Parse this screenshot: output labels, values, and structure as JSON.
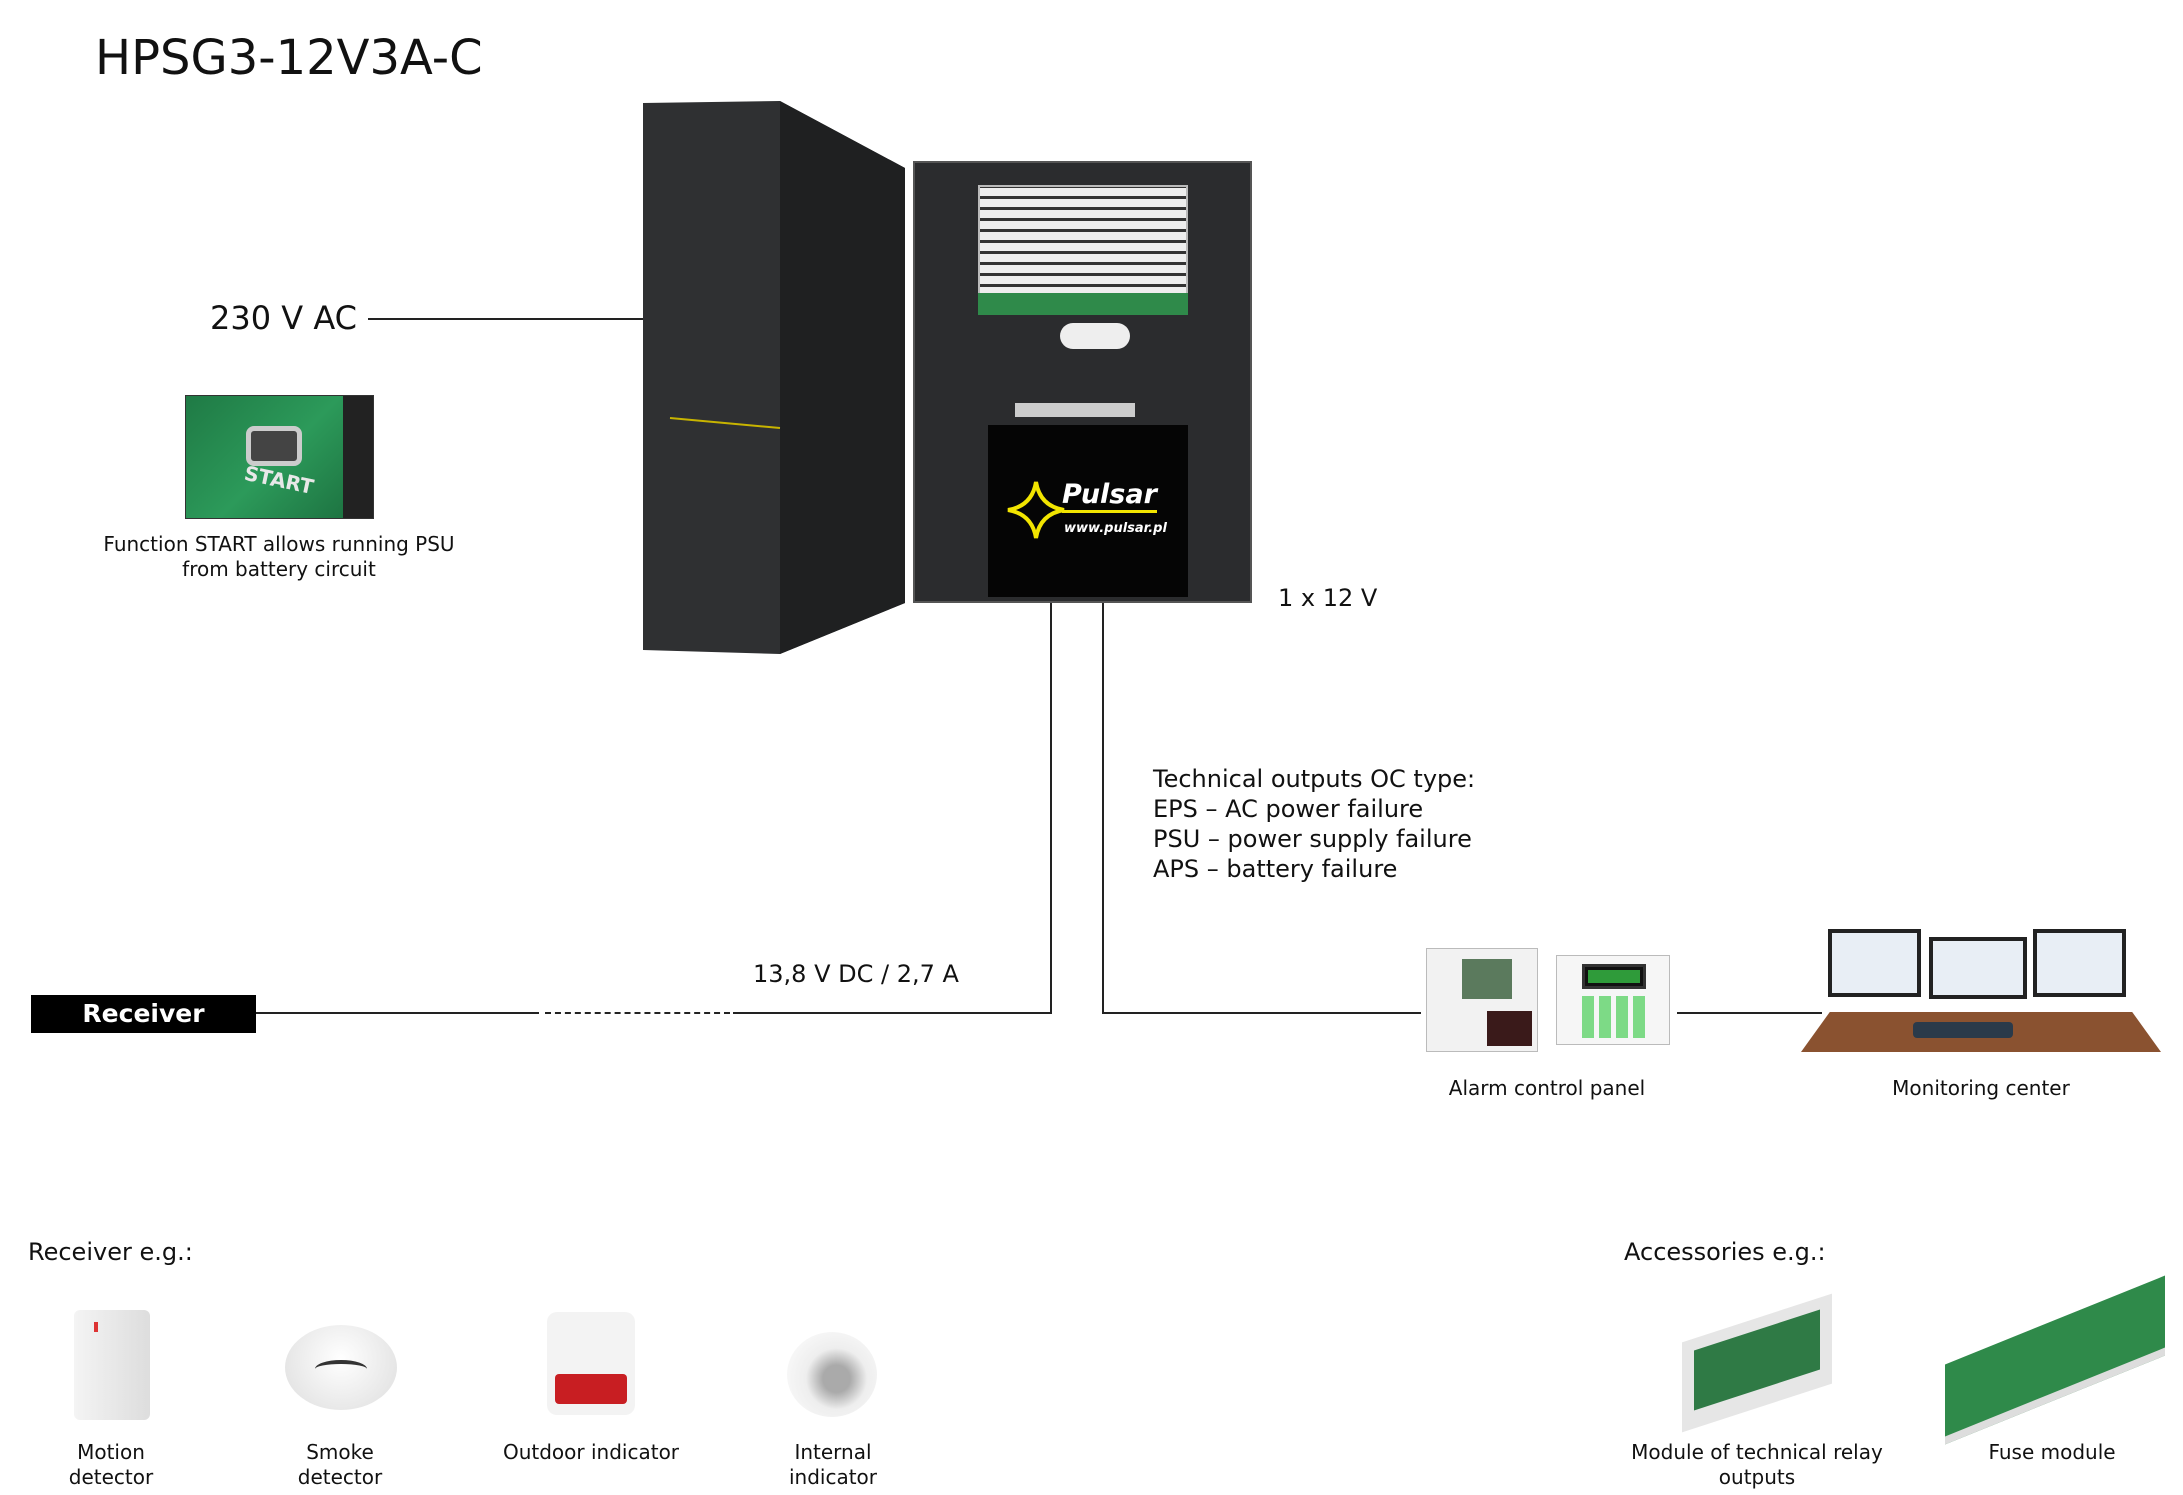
{
  "title": "HPSG3-12V3A-C",
  "input_label": "230 V AC",
  "start_caption": [
    "Function START allows running PSU",
    "from battery circuit"
  ],
  "start_photo_text": "START",
  "battery_label": "1 x 12 V",
  "battery_brand": "Pulsar",
  "battery_url": "www.pulsar.pl",
  "tech_outputs": [
    "Technical outputs OC type:",
    "EPS – AC power failure",
    "PSU – power supply failure",
    "APS – battery failure"
  ],
  "output_label": "13,8 V DC / 2,7 A",
  "receiver_label": "Receiver",
  "alarm_panel_label": "Alarm control panel",
  "monitoring_label": "Monitoring center",
  "receivers_heading": "Receiver e.g.:",
  "receivers": [
    {
      "line1": "Motion",
      "line2": "detector"
    },
    {
      "line1": "Smoke",
      "line2": "detector"
    },
    {
      "line1": "Outdoor indicator",
      "line2": ""
    },
    {
      "line1": "Internal",
      "line2": "indicator"
    }
  ],
  "accessories_heading": "Accessories e.g.:",
  "accessories": [
    {
      "line1": "Module of technical relay",
      "line2": "outputs"
    },
    {
      "line1": "Fuse module",
      "line2": ""
    }
  ],
  "colors": {
    "cabinet": "#2b2c2e",
    "door": "#3a3b3d",
    "accent": "#f2e500",
    "pcb": "#2f8a4a",
    "desk": "#8a5230"
  }
}
